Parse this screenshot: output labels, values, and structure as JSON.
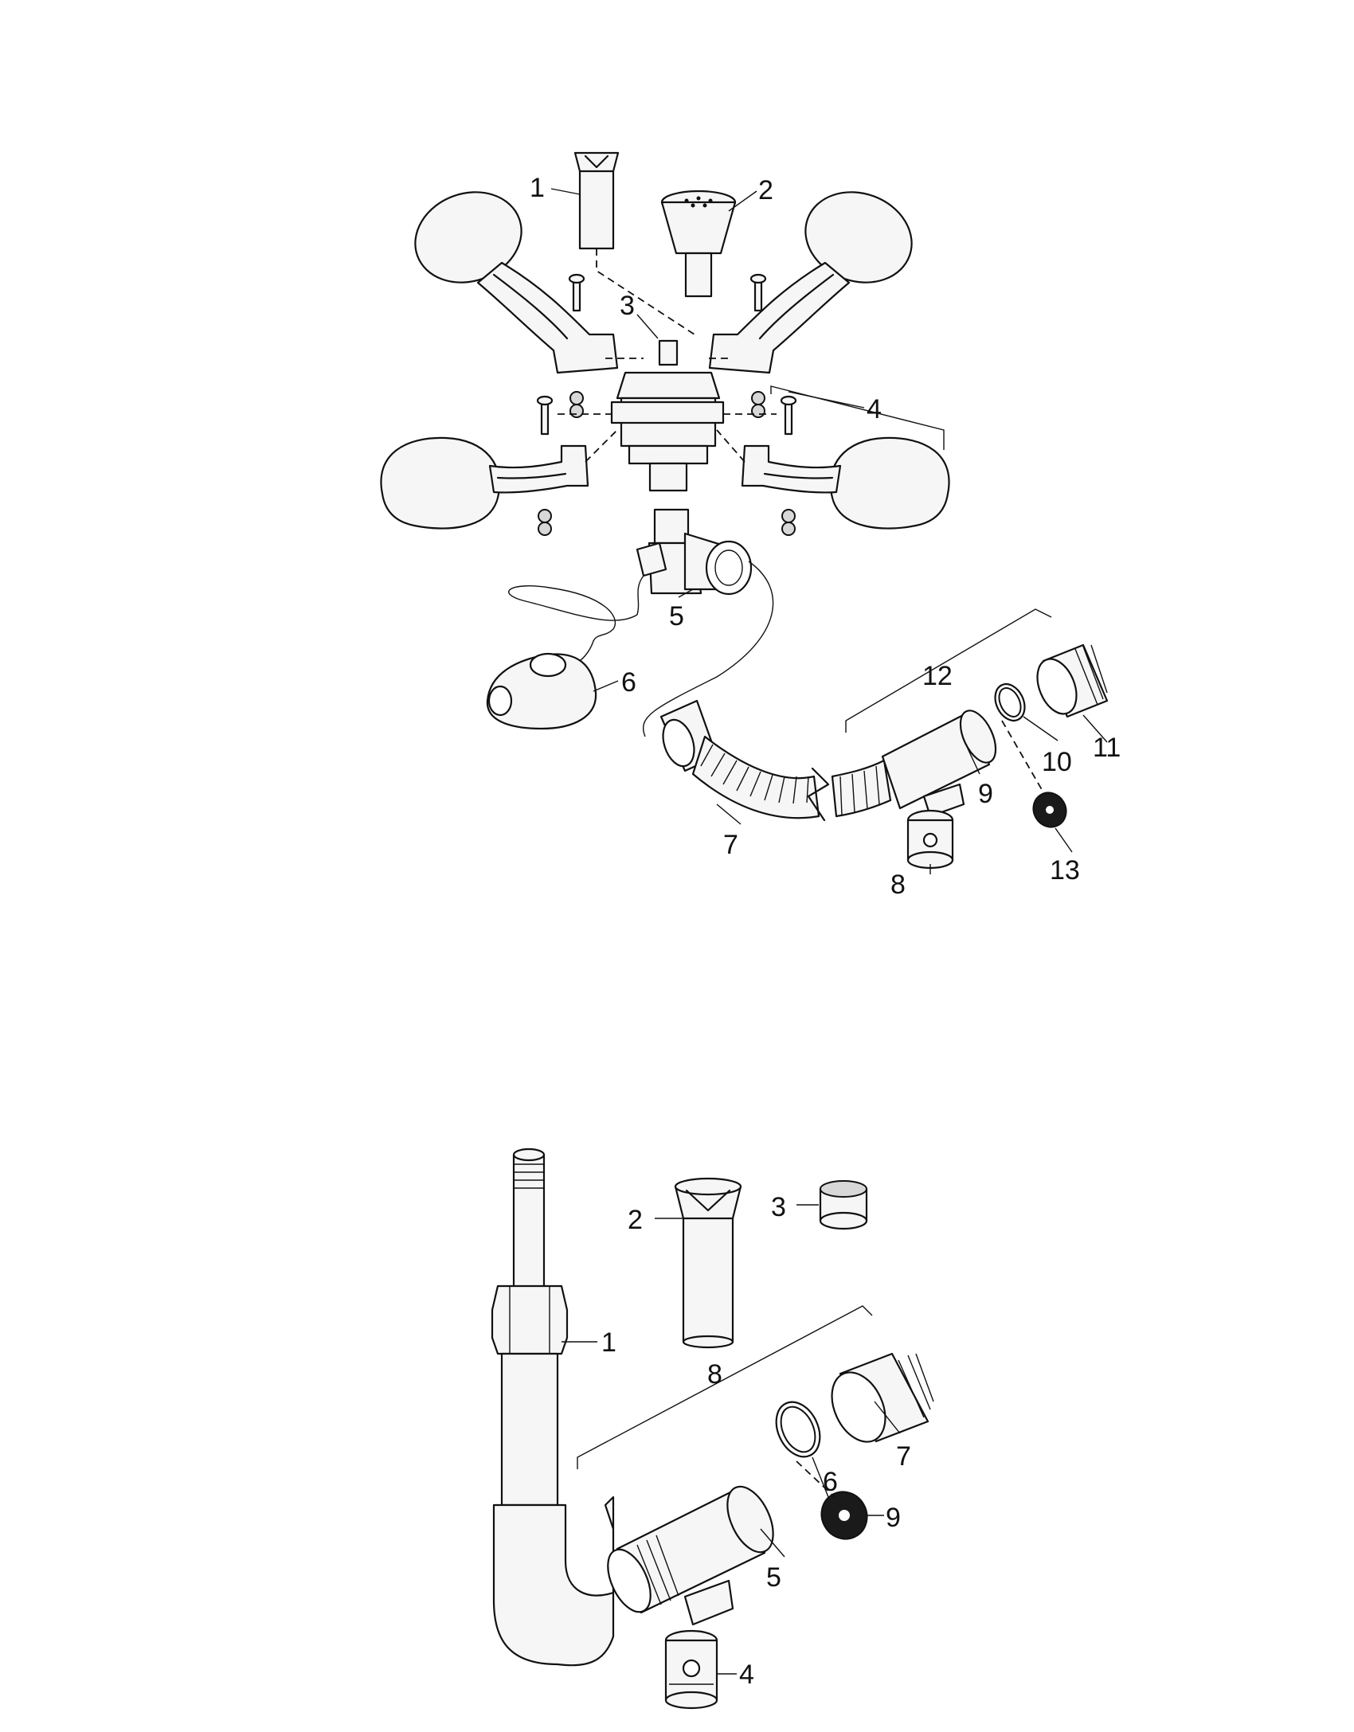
{
  "diagram_top": {
    "callouts": [
      "1",
      "2",
      "3",
      "4",
      "5",
      "6",
      "7",
      "8",
      "9",
      "10",
      "11",
      "12",
      "13"
    ]
  },
  "diagram_bottom": {
    "callouts": [
      "1",
      "2",
      "3",
      "4",
      "5",
      "6",
      "7",
      "8",
      "9"
    ]
  }
}
